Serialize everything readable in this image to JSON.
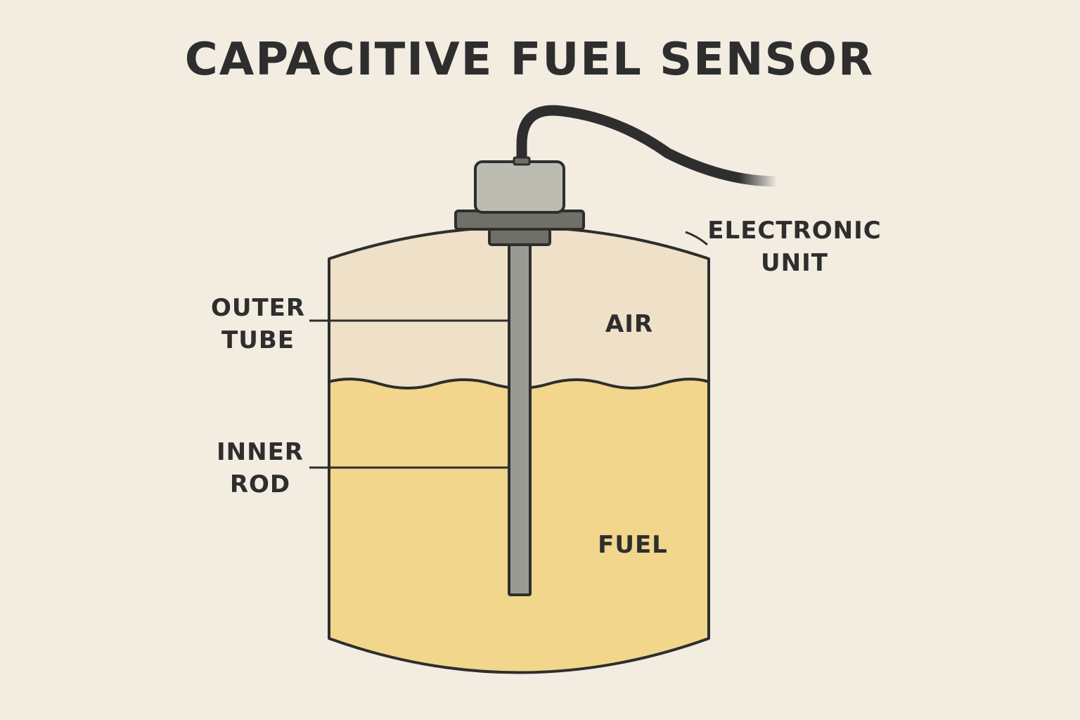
{
  "title": "CAPACITIVE FUEL SENSOR",
  "labels": {
    "electronic_unit": [
      "ELECTRONIC",
      "UNIT"
    ],
    "outer_tube": [
      "OUTER",
      "TUBE"
    ],
    "inner_rod": [
      "INNER",
      "ROD"
    ],
    "air": "AIR",
    "fuel": "FUEL"
  },
  "colors": {
    "background": "#f2ece1",
    "air_region": "#efe0c8",
    "fuel_region": "#f1d68c",
    "outline": "#2e2e2e",
    "sensor_head": "#bdbcb2",
    "flange": "#707068",
    "rod": "#9a9a94",
    "cable": "#2e2e2e"
  }
}
